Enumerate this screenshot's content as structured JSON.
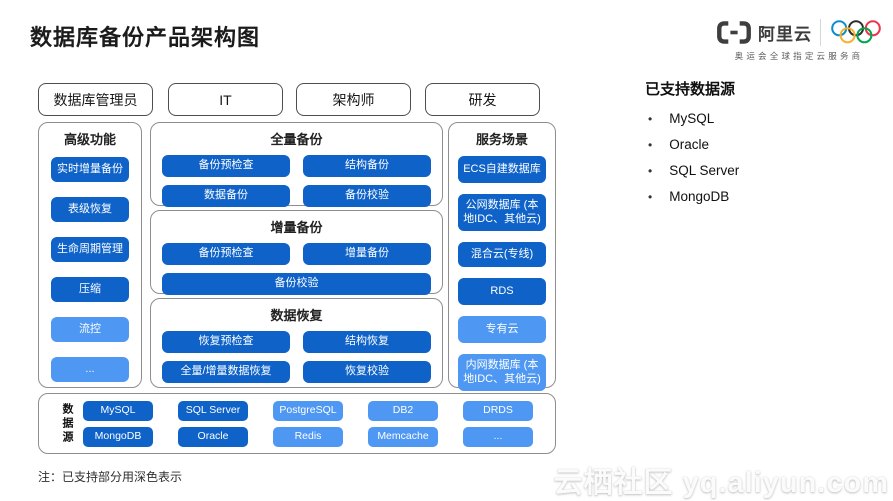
{
  "colors": {
    "dark_blue": "#0f63c8",
    "light_blue": "#4e97f2"
  },
  "header": {
    "title": "数据库备份产品架构图",
    "brand": "阿里云",
    "tagline": "奥运会全球指定云服务商"
  },
  "roles": [
    {
      "label": "数据库管理员"
    },
    {
      "label": "IT"
    },
    {
      "label": "架构师"
    },
    {
      "label": "研发"
    }
  ],
  "advanced": {
    "title": "高级功能",
    "items": [
      {
        "label": "实时增量备份",
        "tone": "dark"
      },
      {
        "label": "表级恢复",
        "tone": "dark"
      },
      {
        "label": "生命周期管理",
        "tone": "dark"
      },
      {
        "label": "压缩",
        "tone": "dark"
      },
      {
        "label": "流控",
        "tone": "light"
      },
      {
        "label": "...",
        "tone": "light"
      }
    ]
  },
  "full_backup": {
    "title": "全量备份",
    "items": [
      {
        "label": "备份预检查",
        "tone": "dark"
      },
      {
        "label": "结构备份",
        "tone": "dark"
      },
      {
        "label": "数据备份",
        "tone": "dark"
      },
      {
        "label": "备份校验",
        "tone": "dark"
      }
    ]
  },
  "incremental_backup": {
    "title": "增量备份",
    "items": [
      {
        "label": "备份预检查",
        "tone": "dark"
      },
      {
        "label": "增量备份",
        "tone": "dark"
      },
      {
        "label": "备份校验",
        "tone": "dark"
      }
    ]
  },
  "data_restore": {
    "title": "数据恢复",
    "items": [
      {
        "label": "恢复预检查",
        "tone": "dark"
      },
      {
        "label": "结构恢复",
        "tone": "dark"
      },
      {
        "label": "全量/增量数据恢复",
        "tone": "dark"
      },
      {
        "label": "恢复校验",
        "tone": "dark"
      }
    ]
  },
  "scenarios": {
    "title": "服务场景",
    "items": [
      {
        "label": "ECS自建数据库",
        "tone": "dark"
      },
      {
        "label": "公网数据库 (本地IDC、其他云)",
        "tone": "dark"
      },
      {
        "label": "混合云(专线)",
        "tone": "dark"
      },
      {
        "label": "RDS",
        "tone": "dark"
      },
      {
        "label": "专有云",
        "tone": "light"
      },
      {
        "label": "内网数据库 (本地IDC、其他云)",
        "tone": "light"
      }
    ]
  },
  "datasources": {
    "title": "数据源",
    "rows": [
      [
        {
          "label": "MySQL",
          "tone": "dark"
        },
        {
          "label": "SQL Server",
          "tone": "dark"
        },
        {
          "label": "PostgreSQL",
          "tone": "light"
        },
        {
          "label": "DB2",
          "tone": "light"
        },
        {
          "label": "DRDS",
          "tone": "light"
        }
      ],
      [
        {
          "label": "MongoDB",
          "tone": "dark"
        },
        {
          "label": "Oracle",
          "tone": "dark"
        },
        {
          "label": "Redis",
          "tone": "light"
        },
        {
          "label": "Memcache",
          "tone": "light"
        },
        {
          "label": "...",
          "tone": "light"
        }
      ]
    ]
  },
  "supported": {
    "title": "已支持数据源",
    "items": [
      "MySQL",
      "Oracle",
      "SQL Server",
      "MongoDB"
    ]
  },
  "footer": {
    "note": "注：已支持部分用深色表示",
    "watermark": "云栖社区 yq.aliyun.com"
  }
}
